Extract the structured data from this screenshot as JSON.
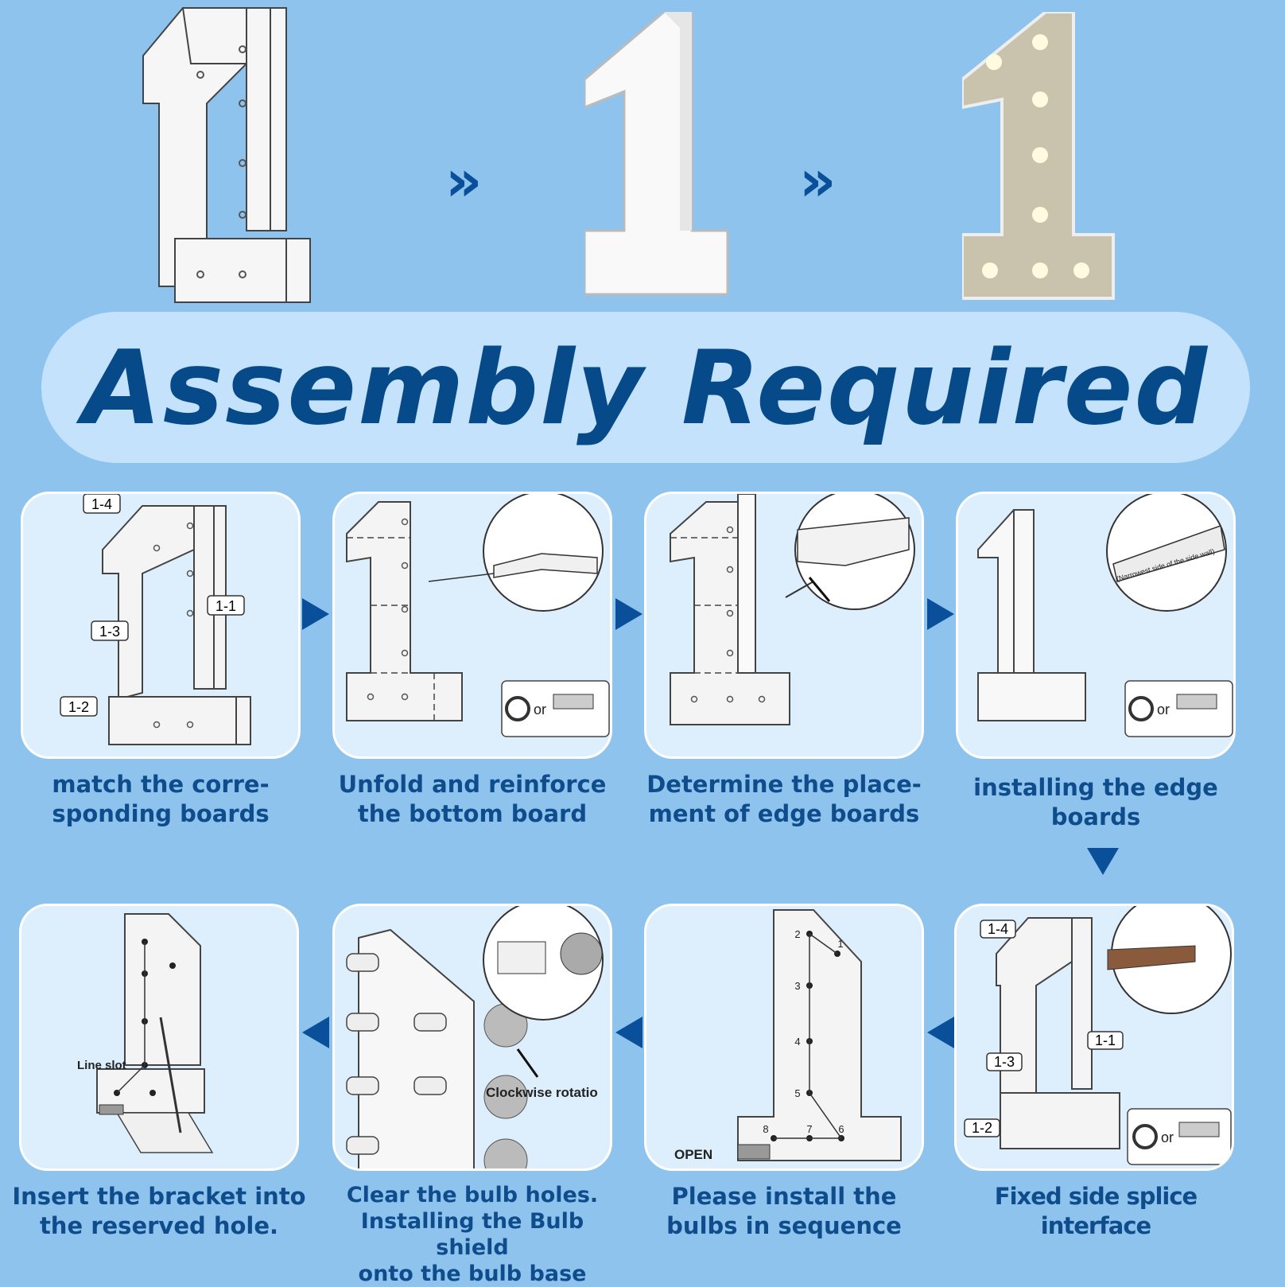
{
  "title": "Assembly Required",
  "stages": [
    "unassembled-frame",
    "assembled-frame",
    "lit-marquee"
  ],
  "colors": {
    "background": "#8ec3ee",
    "banner": "#c4e2fb",
    "card": "#ddeefc",
    "accent": "#0a4f9a"
  },
  "steps": [
    {
      "lines": [
        "match the corre-",
        "sponding boards"
      ],
      "labels": [
        "1-4",
        "1-1",
        "1-3",
        "1-2"
      ]
    },
    {
      "lines": [
        "Unfold and reinforce",
        "the bottom board"
      ],
      "tool_text": "or"
    },
    {
      "lines": [
        "Determine the place-",
        "ment of edge boards"
      ]
    },
    {
      "lines": [
        "installing the edge",
        "boards"
      ],
      "tool_text": "or",
      "note": "(Narrowest side of the side wall)"
    },
    {
      "lines": [
        "Fixed side splice interface"
      ],
      "labels": [
        "1-4",
        "1-1",
        "1-3",
        "1-2"
      ],
      "tool_text": "or"
    },
    {
      "lines": [
        "Please install the",
        "bulbs in sequence"
      ],
      "open_text": "OPEN",
      "bulb_numbers": [
        "1",
        "2",
        "3",
        "4",
        "5",
        "6",
        "7",
        "8"
      ]
    },
    {
      "lines": [
        "Clear the bulb holes.",
        "Installing the Bulb shield",
        "onto the bulb base"
      ],
      "note": "Clockwise rotatio"
    },
    {
      "lines": [
        "Insert the bracket into",
        "the reserved hole."
      ],
      "note": "Line slot"
    }
  ]
}
